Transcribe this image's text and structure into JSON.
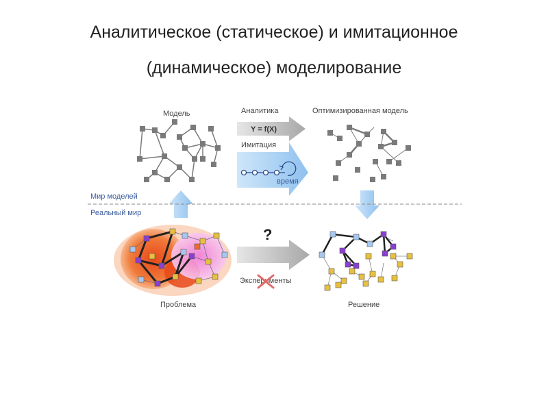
{
  "title": {
    "line1": "Аналитическое (статическое) и имитационное",
    "line2": "(динамическое) моделирование"
  },
  "diagram": {
    "model_label": "Модель",
    "analytics_label": "Аналитика",
    "formula": "Y = f(X)",
    "imitation_label": "Имитация",
    "time_label": "время",
    "optimized_label": "Оптимизированная модель",
    "world_models": "Мир моделей",
    "real_world": "Реальный мир",
    "question": "?",
    "experiments_label": "Эксперименты",
    "problem_label": "Проблема",
    "solution_label": "Решение"
  },
  "colors": {
    "blue_arrow": "#a9d0f2",
    "gray_arrow": "#b8b8b8",
    "red_cross": "#e26a6a",
    "node_gray": "#7a7a7a",
    "purple": "#8a3fd0",
    "yellow": "#e8c040",
    "light_blue": "#a6c8f0",
    "orange_blob": "#f06a2a",
    "pink_blob": "#f3a6e6"
  }
}
